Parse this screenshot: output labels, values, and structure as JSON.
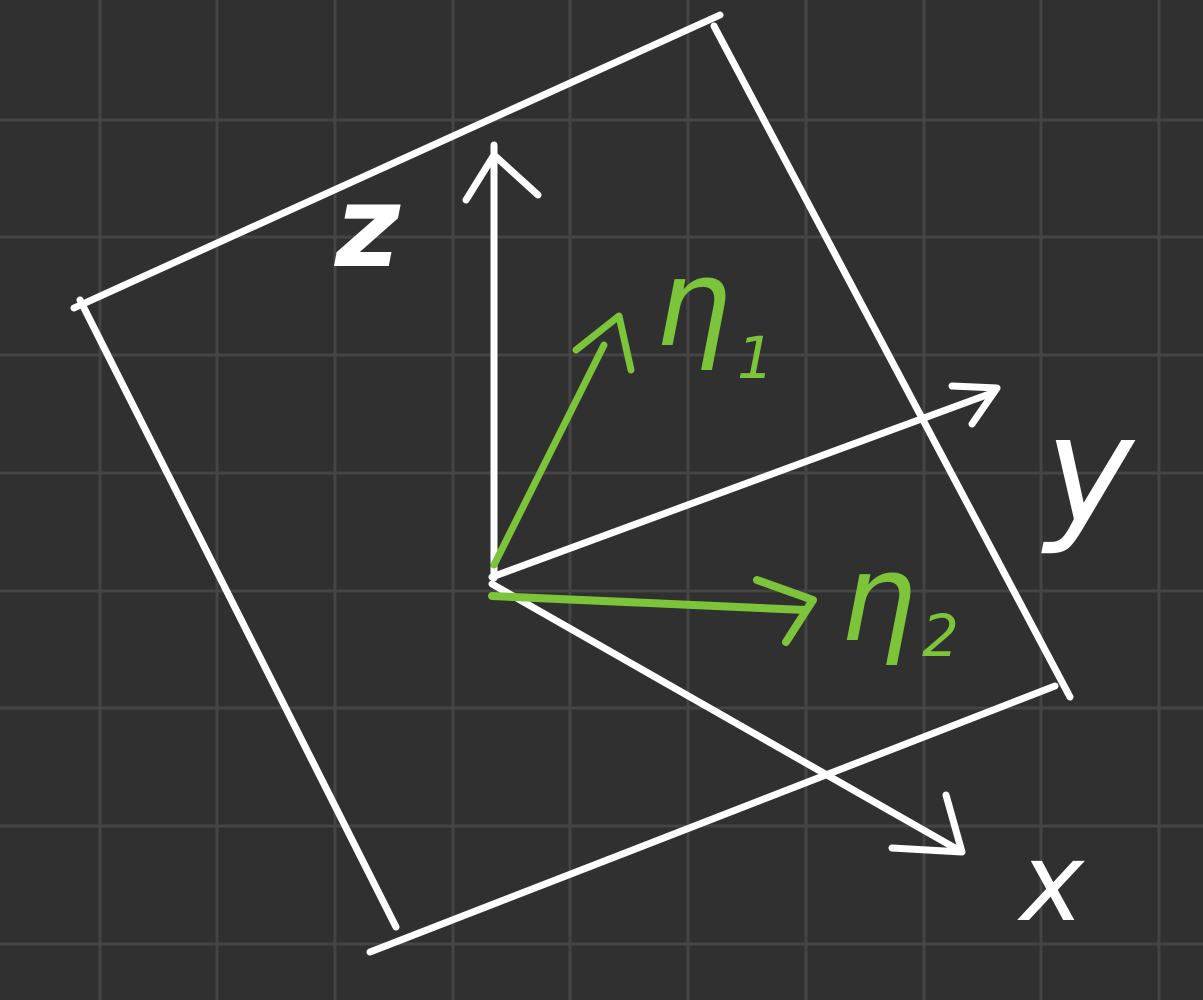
{
  "labels": {
    "z_axis": "z",
    "y_axis": "y",
    "x_axis": "x",
    "eta1_symbol": "η",
    "eta1_subscript": "1",
    "eta2_symbol": "η",
    "eta2_subscript": "2"
  },
  "colors": {
    "background": "#303030",
    "grid": "#454545",
    "ink_white": "#ffffff",
    "ink_green": "#7cc43a"
  }
}
